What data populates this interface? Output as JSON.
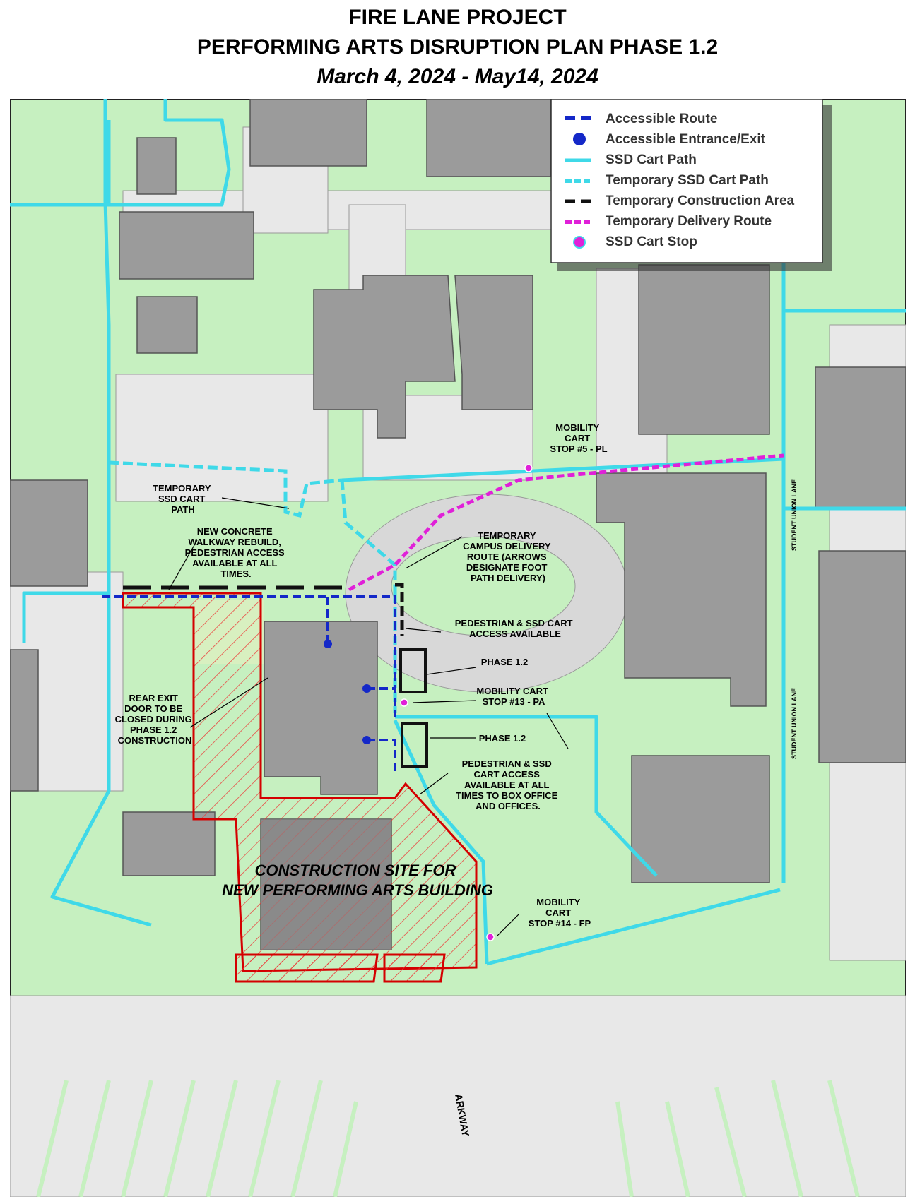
{
  "title": {
    "line1": "FIRE LANE PROJECT",
    "line2": "PERFORMING ARTS DISRUPTION PLAN PHASE 1.2",
    "line3": "March 4, 2024 - May14, 2024"
  },
  "legend": {
    "items": [
      {
        "label": "Accessible Route",
        "symbol": "dashed-line",
        "color": "#1428c8"
      },
      {
        "label": "Accessible Entrance/Exit",
        "symbol": "dot",
        "color": "#1428c8"
      },
      {
        "label": "SSD Cart Path",
        "symbol": "line",
        "color": "#3fd9e8"
      },
      {
        "label": "Temporary SSD Cart Path",
        "symbol": "dashed-line",
        "color": "#3fd9e8"
      },
      {
        "label": "Temporary Construction Area",
        "symbol": "dashed-line",
        "color": "#111111"
      },
      {
        "label": "Temporary Delivery Route",
        "symbol": "dashed-line",
        "color": "#e020d8"
      },
      {
        "label": "SSD Cart Stop",
        "symbol": "dot",
        "color": "#e020d8"
      }
    ]
  },
  "labels": {
    "mobility5": [
      "MOBILITY",
      "CART",
      "STOP #5 - PL"
    ],
    "temp_cart_path": [
      "TEMPORARY",
      "SSD CART",
      "PATH"
    ],
    "walkway": [
      "NEW CONCRETE",
      "WALKWAY REBUILD,",
      "PEDESTRIAN ACCESS",
      "AVAILABLE AT ALL",
      "TIMES."
    ],
    "delivery": [
      "TEMPORARY",
      "CAMPUS DELIVERY",
      "ROUTE  (ARROWS",
      "DESIGNATE FOOT",
      "PATH DELIVERY)"
    ],
    "ped_access": [
      "PEDESTRIAN & SSD CART",
      "ACCESS AVAILABLE"
    ],
    "phase_a": "PHASE 1.2",
    "mobility13": [
      "MOBILITY CART",
      "STOP #13 - PA"
    ],
    "rear_exit": [
      "REAR EXIT",
      "DOOR TO BE",
      "CLOSED DURING",
      "PHASE 1.2",
      "CONSTRUCTION"
    ],
    "phase_b": "PHASE 1.2",
    "box_office": [
      "PEDESTRIAN & SSD",
      "CART ACCESS",
      "AVAILABLE AT ALL",
      "TIMES TO BOX OFFICE",
      "AND OFFICES."
    ],
    "construction": [
      "CONSTRUCTION SITE FOR",
      "NEW PERFORMING ARTS BUILDING"
    ],
    "mobility14": [
      "MOBILITY",
      "CART",
      "STOP #14 - FP"
    ],
    "student_union_1": "STUDENT UNION LANE",
    "student_union_2": "STUDENT UNION LANE",
    "parkway": "ARKWAY"
  }
}
